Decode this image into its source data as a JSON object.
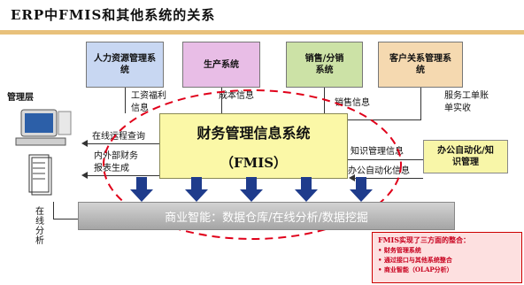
{
  "title": "ERP中FMIS和其他系统的关系",
  "systems": [
    {
      "label": "人力资源管理系统"
    },
    {
      "label": "生产系统"
    },
    {
      "label": "销售/分销系统"
    },
    {
      "label": "客户关系管理系统"
    }
  ],
  "flows": {
    "salary": "工资福利信息",
    "cost": "成本信息",
    "sales": "销售信息",
    "service": "服务工单账单实收",
    "online_query": "在线运程查询",
    "report": "内外部财务报表生成",
    "knowledge": "知识管理信息",
    "office_info": "办公自动化信息",
    "online_analysis": "在线分析"
  },
  "management_label": "管理层",
  "fmis": {
    "line1": "财务管理信息系统",
    "line2": "（FMIS）"
  },
  "office": {
    "label": "办公自动化/知识管理"
  },
  "bi": {
    "label": "商业智能：数据仓库/在线分析/数据挖掘"
  },
  "note": {
    "heading": "FMIS实现了三方面的整合：",
    "items": [
      "财务管理系统",
      "通过接口与其他系统整合",
      "商业智能（OLAP分析）"
    ]
  },
  "colors": {
    "hr": "#e8c17b",
    "fmis_fill": "#fbf8a7",
    "ellipse": "#e0001a",
    "arrow": "#1f3c8c",
    "note_text": "#c8001e"
  }
}
